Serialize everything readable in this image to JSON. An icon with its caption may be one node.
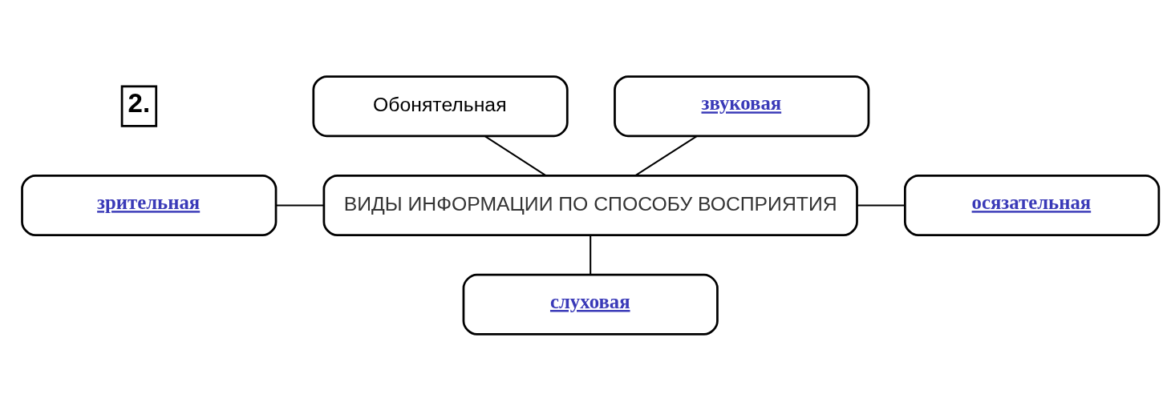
{
  "diagram": {
    "nodes": [
      {
        "text": [
          "Обонятельная"
        ]
      },
      {
        "text": [
          "звуковая"
        ]
      },
      {
        "text": [
          "ВИДЫ ИНФОРМАЦИИ ПО СПОСОБУ ВОСПРИЯТИЯ"
        ]
      },
      {
        "text": [
          "зрительная"
        ]
      },
      {
        "text": [
          "осязательная"
        ]
      },
      {
        "text": [
          "слуховая"
        ]
      }
    ],
    "edges": [
      {
        "from": 2,
        "to": 0,
        "arrow": "none"
      },
      {
        "from": 2,
        "to": 1,
        "arrow": "none"
      },
      {
        "from": 2,
        "to": 3,
        "arrow": "none"
      },
      {
        "from": 2,
        "to": 4,
        "arrow": "none"
      },
      {
        "from": 2,
        "to": 5,
        "arrow": "none"
      }
    ],
    "labels": [
      "2."
    ]
  }
}
